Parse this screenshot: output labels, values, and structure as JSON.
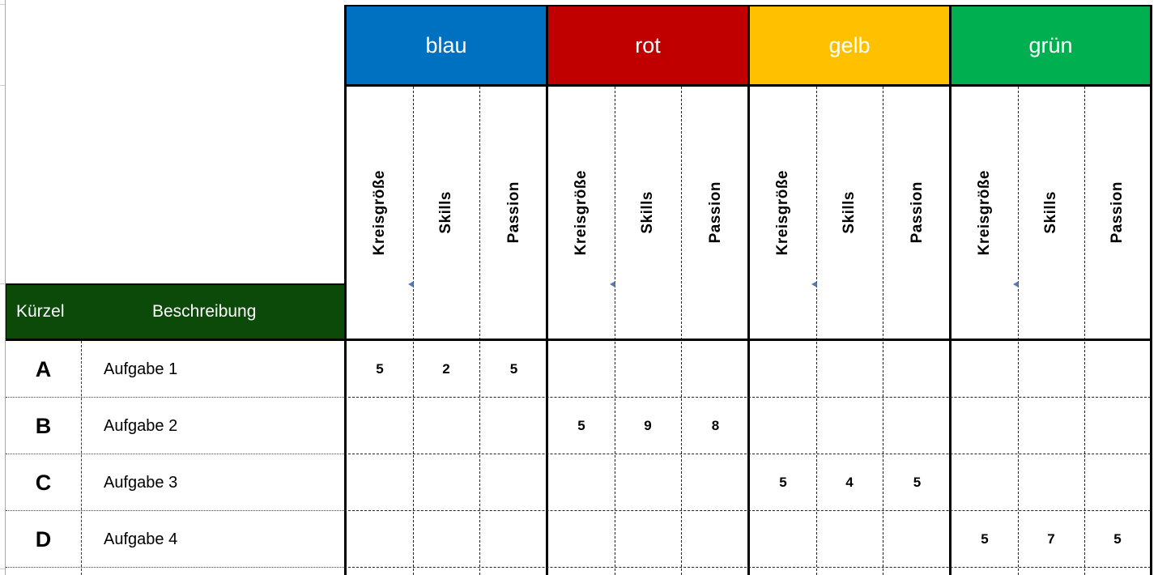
{
  "sheet": {
    "groups": [
      {
        "label": "blau",
        "color": "#0070C0",
        "columns": [
          "Kreisgröße",
          "Skills",
          "Passion"
        ]
      },
      {
        "label": "rot",
        "color": "#C00000",
        "columns": [
          "Kreisgröße",
          "Skills",
          "Passion"
        ]
      },
      {
        "label": "gelb",
        "color": "#FFC000",
        "columns": [
          "Kreisgröße",
          "Skills",
          "Passion"
        ]
      },
      {
        "label": "grün",
        "color": "#00B050",
        "columns": [
          "Kreisgröße",
          "Skills",
          "Passion"
        ]
      }
    ],
    "row_header": {
      "label_kuerzel": "Kürzel",
      "label_beschreibung": "Beschreibung",
      "bg": "#0B4A08"
    },
    "rows": [
      {
        "kuerzel": "A",
        "beschreibung": "Aufgabe 1",
        "values": [
          "5",
          "2",
          "5",
          "",
          "",
          "",
          "",
          "",
          "",
          "",
          "",
          ""
        ]
      },
      {
        "kuerzel": "B",
        "beschreibung": "Aufgabe 2",
        "values": [
          "",
          "",
          "",
          "5",
          "9",
          "8",
          "",
          "",
          "",
          "",
          "",
          ""
        ]
      },
      {
        "kuerzel": "C",
        "beschreibung": "Aufgabe 3",
        "values": [
          "",
          "",
          "",
          "",
          "",
          "",
          "5",
          "4",
          "5",
          "",
          "",
          ""
        ]
      },
      {
        "kuerzel": "D",
        "beschreibung": "Aufgabe 4",
        "values": [
          "",
          "",
          "",
          "",
          "",
          "",
          "",
          "",
          "",
          "5",
          "7",
          "5"
        ]
      }
    ]
  }
}
